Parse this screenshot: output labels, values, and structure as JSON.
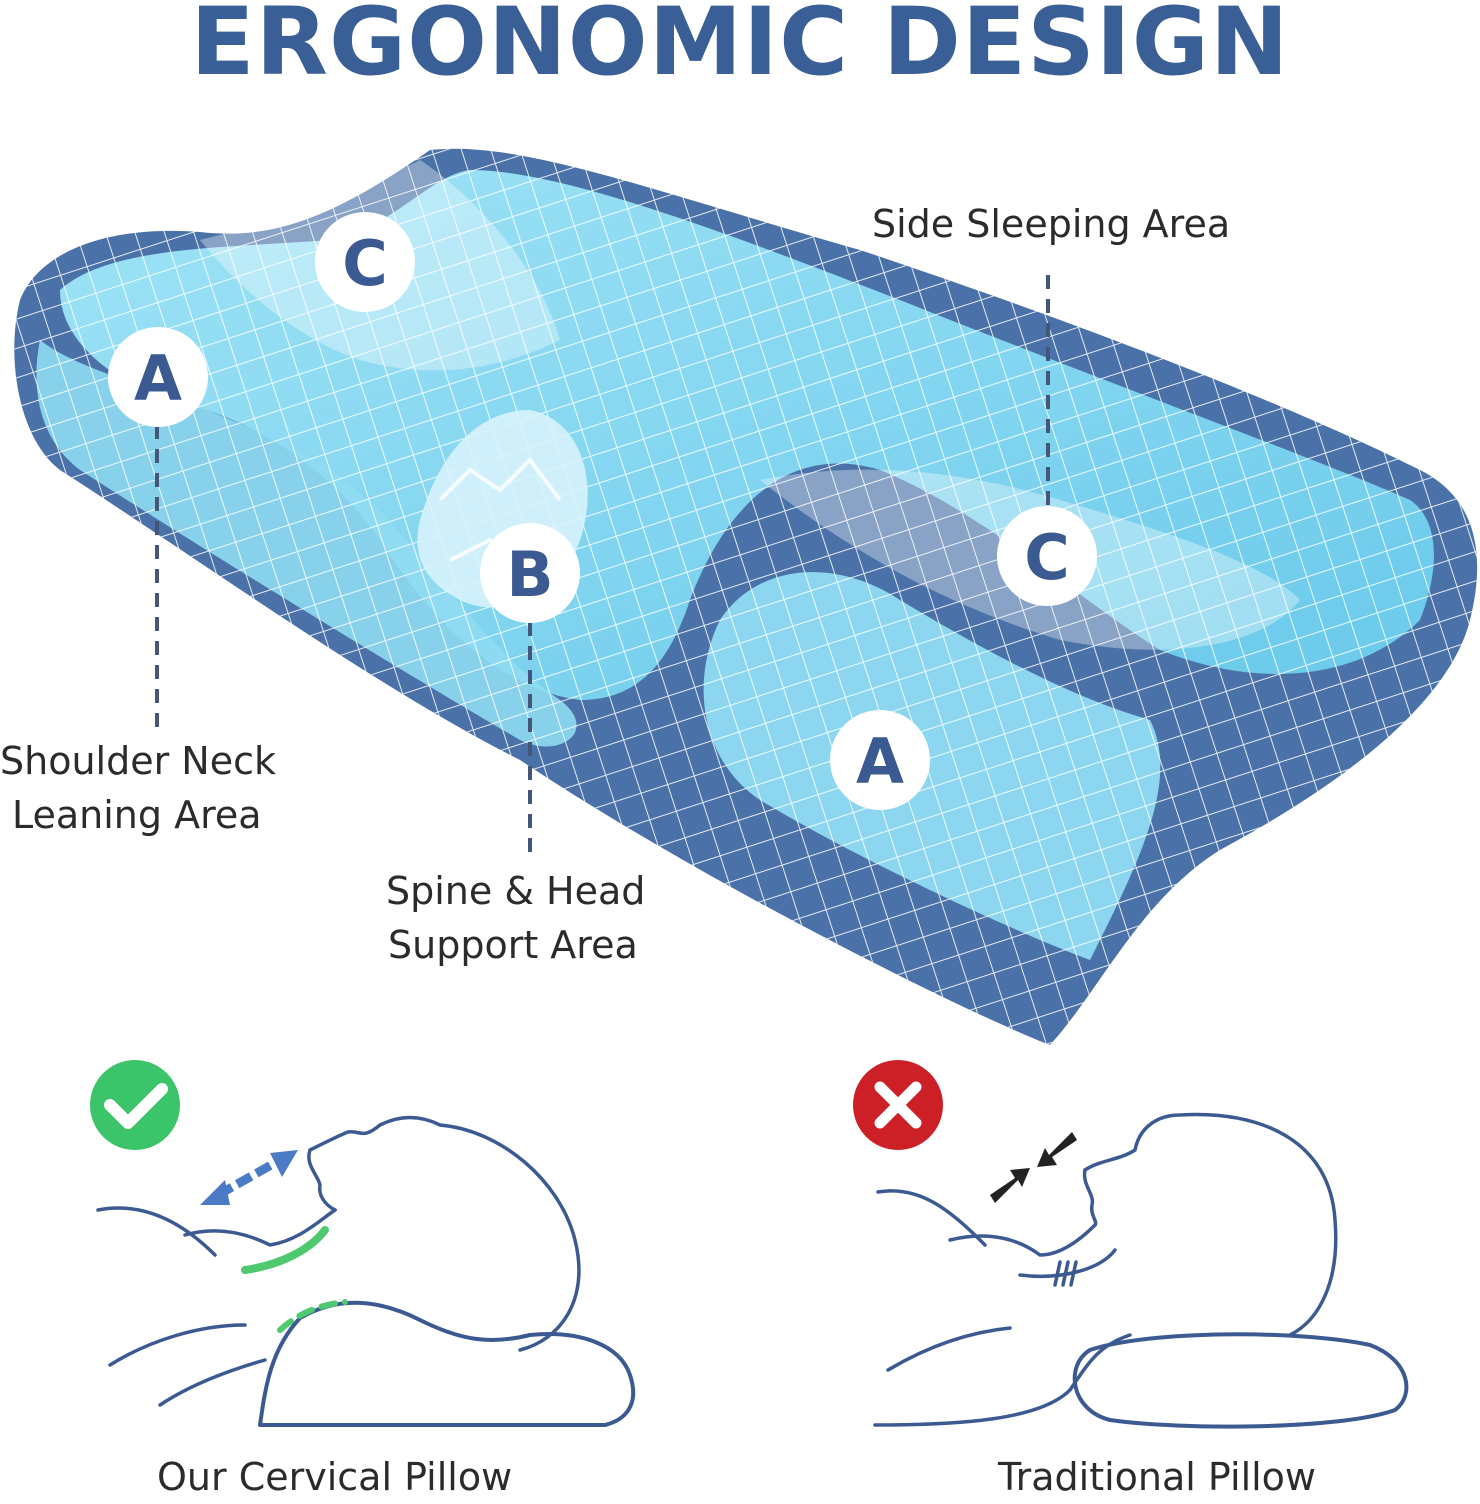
{
  "title": "ERGONOMIC DESIGN",
  "colors": {
    "title": "#3a5f96",
    "pillow_dark": "#4a72a8",
    "pillow_light": "#7fd6f0",
    "outline": "#3c5a92",
    "good": "#3cc46a",
    "bad": "#cc1f26",
    "arrow_blue": "#4a7bc4",
    "arrow_dark": "#222222"
  },
  "zones": [
    {
      "letter": "C"
    },
    {
      "letter": "A"
    },
    {
      "letter": "B"
    },
    {
      "letter": "C"
    },
    {
      "letter": "A"
    }
  ],
  "labels": {
    "side_sleeping": "Side Sleeping Area",
    "shoulder_line1": "Shoulder Neck",
    "shoulder_line2": "Leaning Area",
    "spine_line1": "Spine & Head",
    "spine_line2": "Support Area"
  },
  "comparison": {
    "good_caption": "Our Cervical Pillow",
    "bad_caption": "Traditional Pillow",
    "good_icon": "check-icon",
    "bad_icon": "cross-icon"
  }
}
